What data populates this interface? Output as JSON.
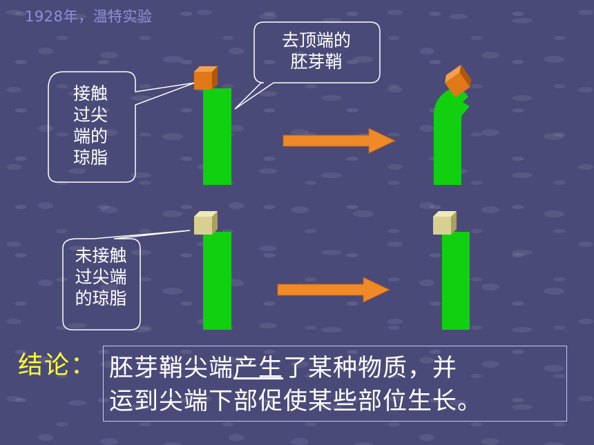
{
  "title": "1928年，温特实验",
  "callouts": {
    "removed_tip": "去顶端的\n胚芽鞘",
    "contacted_agar": "接触\n过尖\n端的\n琼脂",
    "uncontacted_agar": "未接触\n过尖端\n的琼脂"
  },
  "conclusion": {
    "label": "结论：",
    "part1": "胚芽鞘尖端",
    "underlined": "产生",
    "part2": "了某种物质，并",
    "line2": "运到尖端下部促使某些部位生长。"
  },
  "colors": {
    "background": "#4a4a78",
    "stem": "#10d010",
    "treated_block": "#e07818",
    "control_block": "#d8d090",
    "arrow": "#f08a28",
    "title": "#8f8fd8",
    "conclusion_label": "#ffff33"
  }
}
